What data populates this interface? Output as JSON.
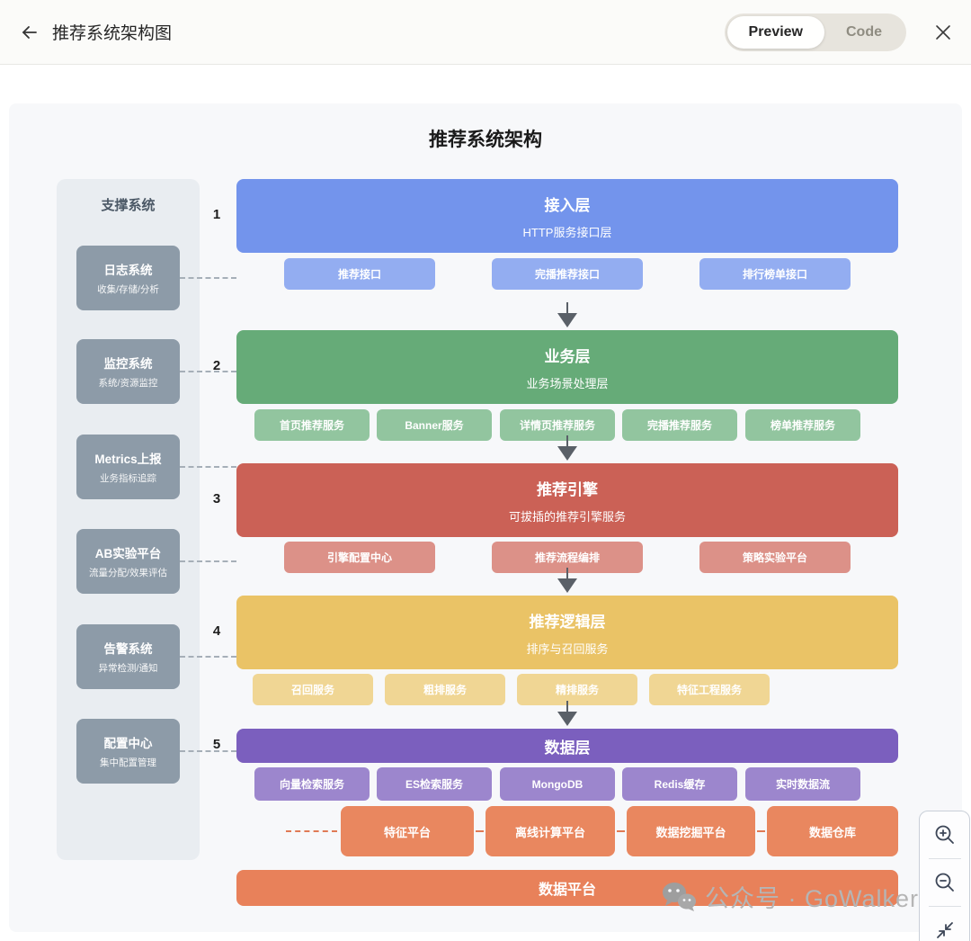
{
  "header": {
    "title": "推荐系统架构图",
    "back_icon": "arrow-left",
    "toggle": {
      "preview_label": "Preview",
      "code_label": "Code",
      "active": "Preview"
    },
    "close_icon": "close-x"
  },
  "diagram": {
    "title": "推荐系统架构",
    "support": {
      "title": "支撑系统",
      "items": [
        {
          "title": "日志系统",
          "subtitle": "收集/存储/分析"
        },
        {
          "title": "监控系统",
          "subtitle": "系统/资源监控"
        },
        {
          "title": "Metrics上报",
          "subtitle": "业务指标追踪"
        },
        {
          "title": "AB实验平台",
          "subtitle": "流量分配/效果评估"
        },
        {
          "title": "告警系统",
          "subtitle": "异常检测/通知"
        },
        {
          "title": "配置中心",
          "subtitle": "集中配置管理"
        }
      ]
    },
    "layer_numbers": [
      "1",
      "2",
      "3",
      "4",
      "5"
    ],
    "layers": [
      {
        "title": "接入层",
        "subtitle": "HTTP服务接口层",
        "color": "#7394ec",
        "children": [
          "推荐接口",
          "完播推荐接口",
          "排行榜单接口"
        ]
      },
      {
        "title": "业务层",
        "subtitle": "业务场景处理层",
        "color": "#66ab78",
        "children": [
          "首页推荐服务",
          "Banner服务",
          "详情页推荐服务",
          "完播推荐服务",
          "榜单推荐服务"
        ]
      },
      {
        "title": "推荐引擎",
        "subtitle": "可拔插的推荐引擎服务",
        "color": "#cb6156",
        "children": [
          "引擎配置中心",
          "推荐流程编排",
          "策略实验平台"
        ]
      },
      {
        "title": "推荐逻辑层",
        "subtitle": "排序与召回服务",
        "color": "#eac366",
        "children": [
          "召回服务",
          "粗排服务",
          "精排服务",
          "特征工程服务"
        ]
      },
      {
        "title": "数据层",
        "subtitle": "",
        "color": "#7b5fbe",
        "children": [
          "向量检索服务",
          "ES检索服务",
          "MongoDB",
          "Redis缓存",
          "实时数据流"
        ]
      }
    ],
    "offline": {
      "color": "#e9875f",
      "cards": [
        "特征平台",
        "离线计算平台",
        "数据挖掘平台",
        "数据仓库"
      ]
    },
    "bottom_bar": {
      "label": "数据平台",
      "color": "#e8815a"
    }
  },
  "watermark": {
    "text": "公众号 · GoWalker",
    "icon": "wechat-bubbles"
  },
  "zoom_controls": {
    "zoom_in": "magnifier-plus",
    "zoom_out": "magnifier-minus",
    "fit": "collapse-arrows"
  }
}
